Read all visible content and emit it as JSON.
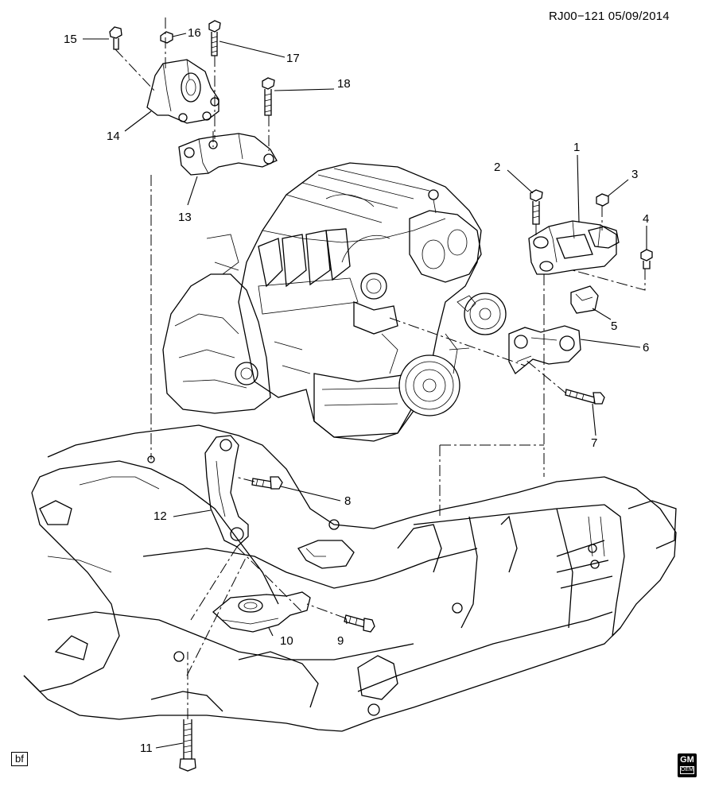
{
  "diagram_ref": "RJ00−121  05/09/2014",
  "callouts": {
    "c1": "1",
    "c2": "2",
    "c3": "3",
    "c4": "4",
    "c5": "5",
    "c6": "6",
    "c7": "7",
    "c8": "8",
    "c9": "9",
    "c10": "10",
    "c11": "11",
    "c12": "12",
    "c13": "13",
    "c14": "14",
    "c15": "15",
    "c16": "16",
    "c17": "17",
    "c18": "18"
  },
  "footer": {
    "box_label": "bf",
    "logo_text": "GM",
    "logo_sub": "OEM"
  }
}
